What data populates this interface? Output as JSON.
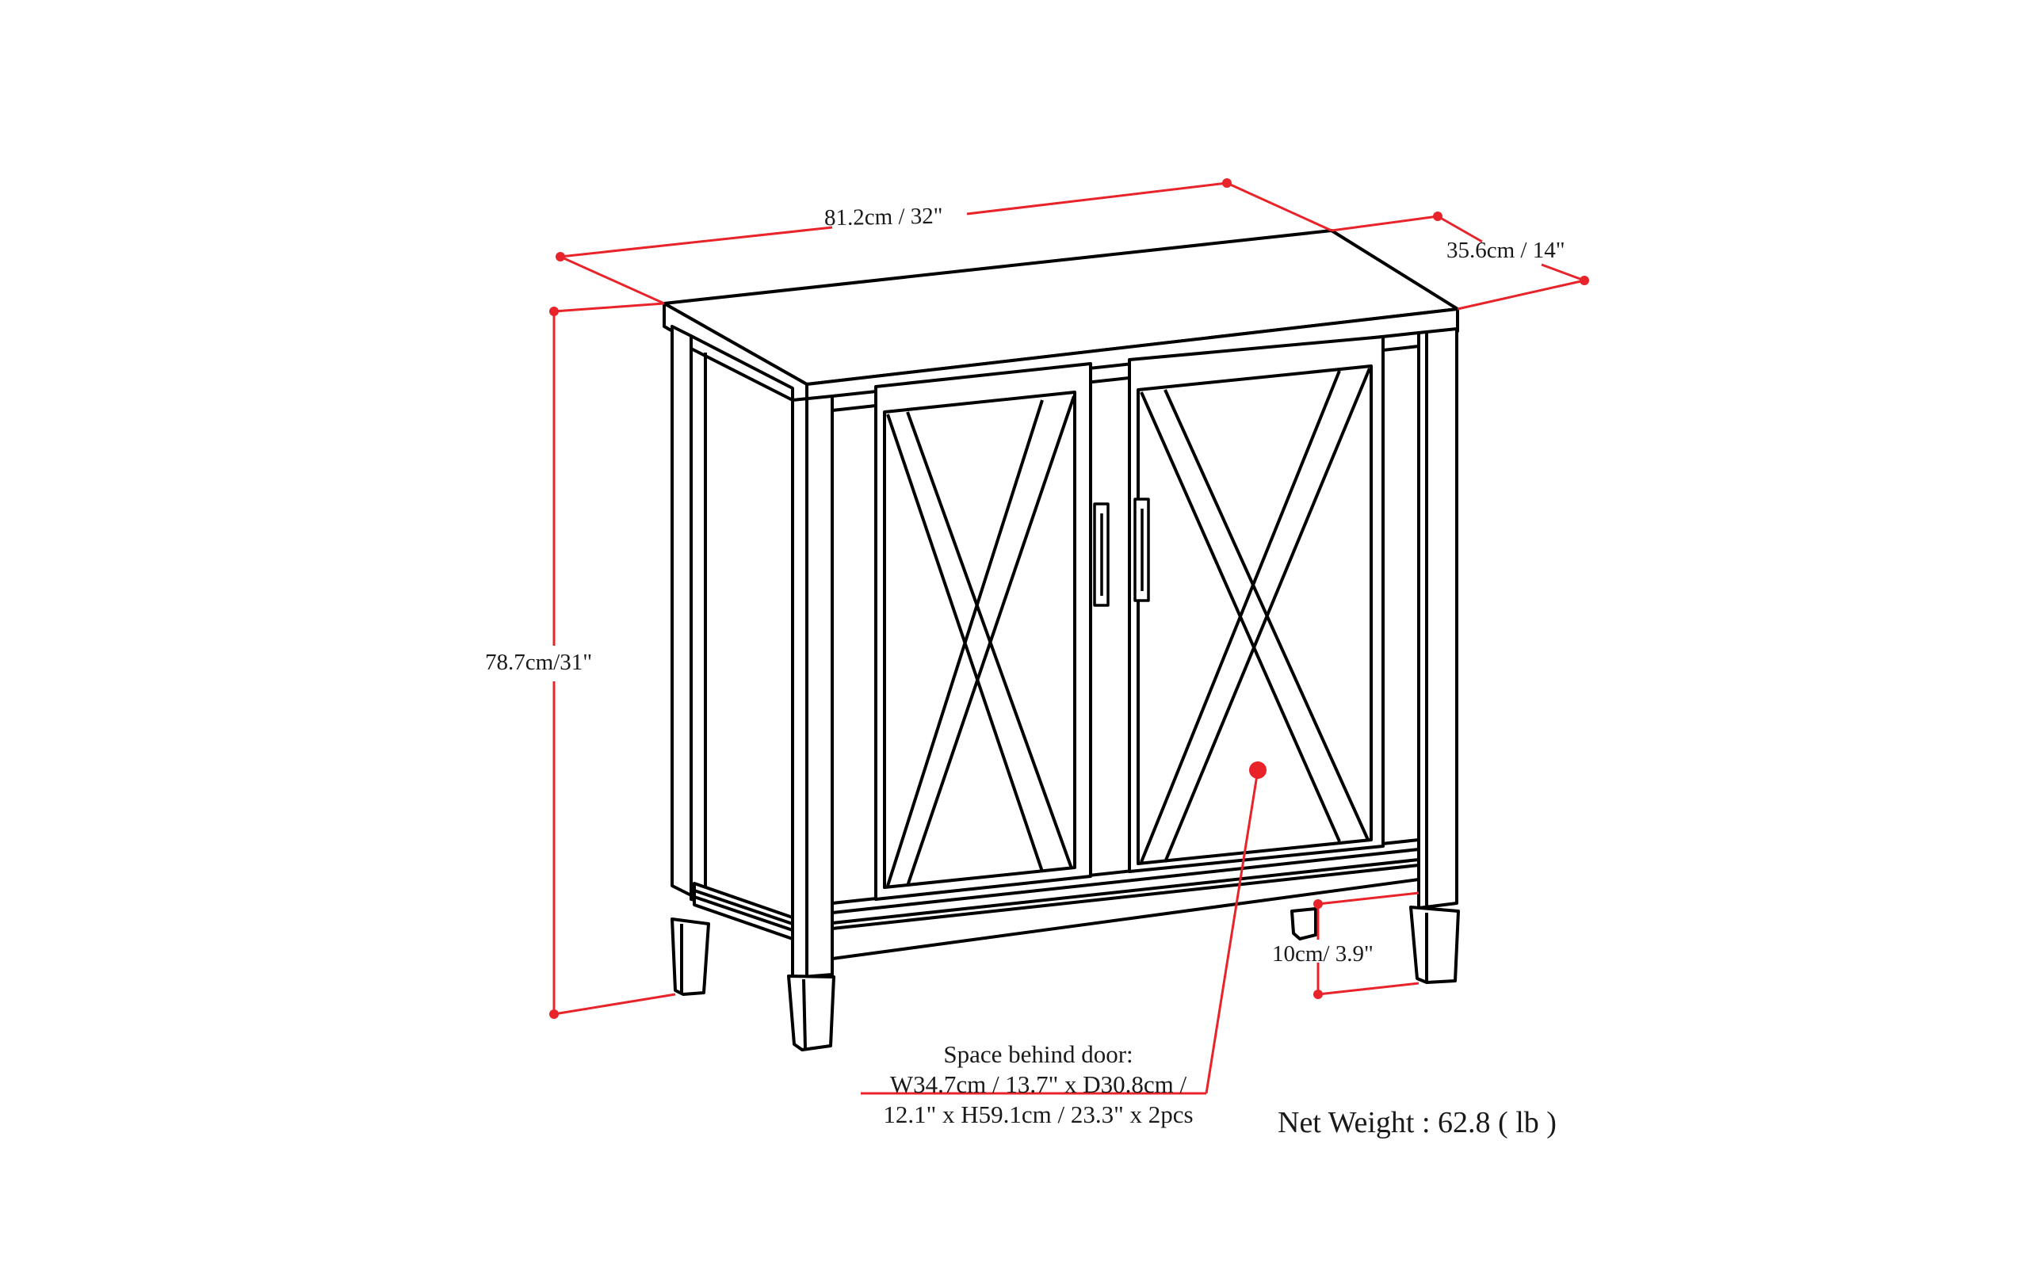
{
  "diagram": {
    "subject": "Two-door storage cabinet with X-brace doors",
    "colors": {
      "outline": "#000000",
      "dimension": "#e8232a",
      "text": "#1a1a1a",
      "background": "#ffffff"
    },
    "dimensions": {
      "width": "81.2cm / 32\"",
      "depth": "35.6cm / 14\"",
      "height": "78.7cm/31\"",
      "clearance": "10cm/ 3.9\""
    },
    "space_behind_door": {
      "line1": "Space behind door:",
      "line2": "W34.7cm / 13.7\" x D30.8cm /",
      "line3": "12.1\" x H59.1cm / 23.3\" x 2pcs"
    },
    "net_weight": "Net Weight : 62.8 ( lb )"
  }
}
